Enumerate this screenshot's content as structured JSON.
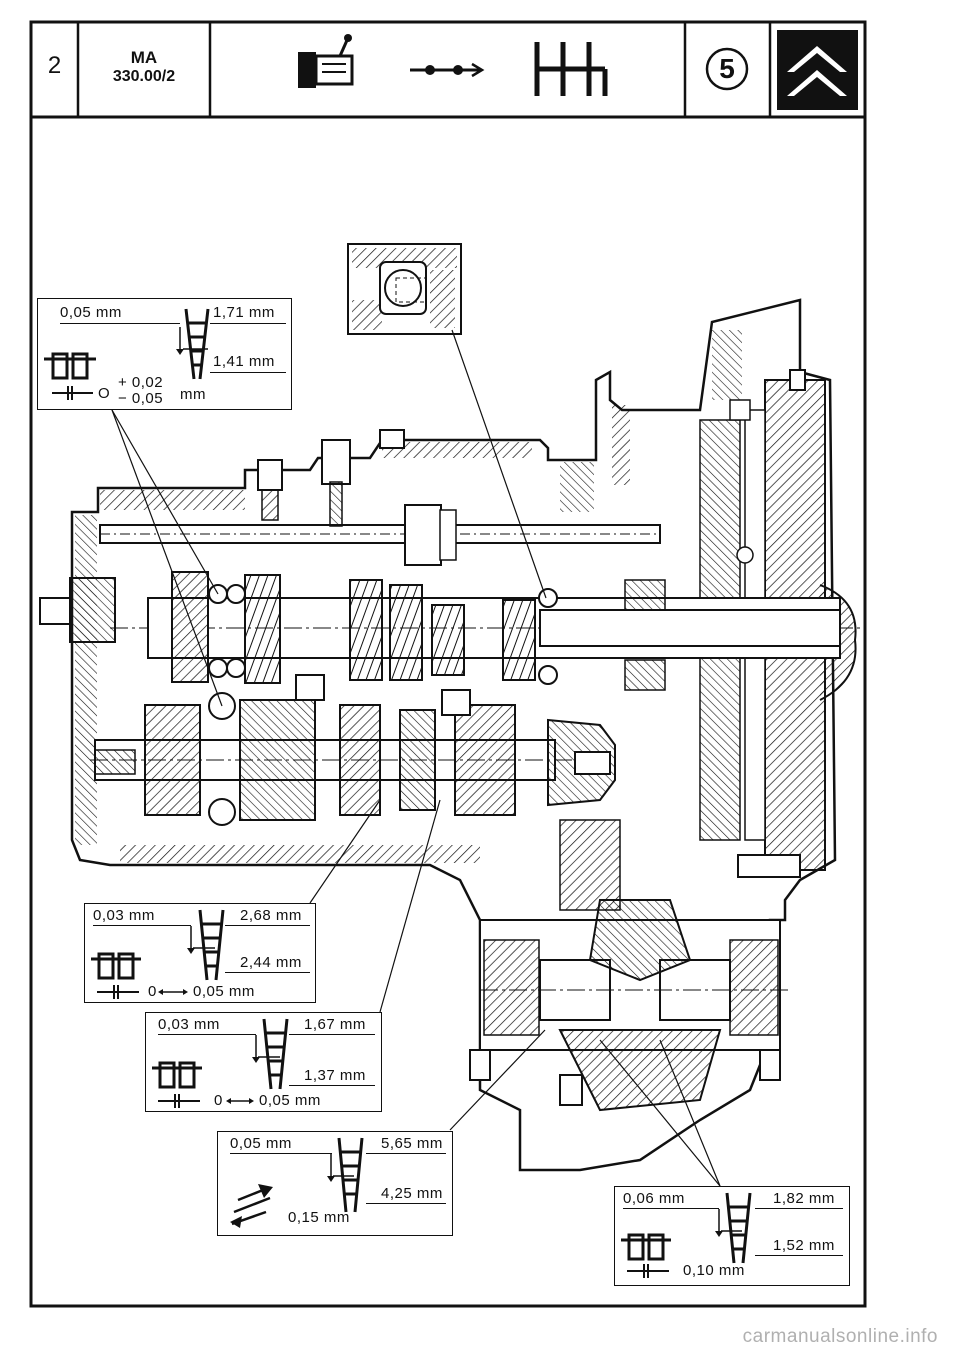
{
  "header": {
    "page_number": "2",
    "doc_code_line1": "MA",
    "doc_code_line2": "330.00/2",
    "speeds_badge": "5"
  },
  "spec_boxes": [
    {
      "id": "top-left",
      "clearance": "0,05 mm",
      "shim_max": "1,71 mm",
      "shim_min": "1,41 mm",
      "tol_base": "O",
      "tol_plus": "+ 0,02",
      "tol_minus": "− 0,05",
      "tol_unit": "mm",
      "symbol": "gap"
    },
    {
      "id": "mid-1",
      "clearance": "0,03 mm",
      "shim_max": "2,68 mm",
      "shim_min": "2,44 mm",
      "tol_base": "0",
      "tol_value": "0,05 mm",
      "symbol": "gap"
    },
    {
      "id": "mid-2",
      "clearance": "0,03 mm",
      "shim_max": "1,67 mm",
      "shim_min": "1,37 mm",
      "tol_base": "0",
      "tol_value": "0,05 mm",
      "symbol": "gap"
    },
    {
      "id": "mid-3",
      "clearance": "0,05 mm",
      "shim_max": "5,65 mm",
      "shim_min": "4,25 mm",
      "tol_value": "0,15 mm",
      "symbol": "preload"
    },
    {
      "id": "bottom-right",
      "clearance": "0,06 mm",
      "shim_max": "1,82 mm",
      "shim_min": "1,52 mm",
      "tol_value": "0,10 mm",
      "symbol": "gap"
    }
  ],
  "footer": {
    "watermark": "carmanualsonline.info"
  },
  "icons": [
    "gearbox-icon",
    "driveshaft-icon",
    "shift-pattern-icon",
    "citroen-logo-icon"
  ]
}
